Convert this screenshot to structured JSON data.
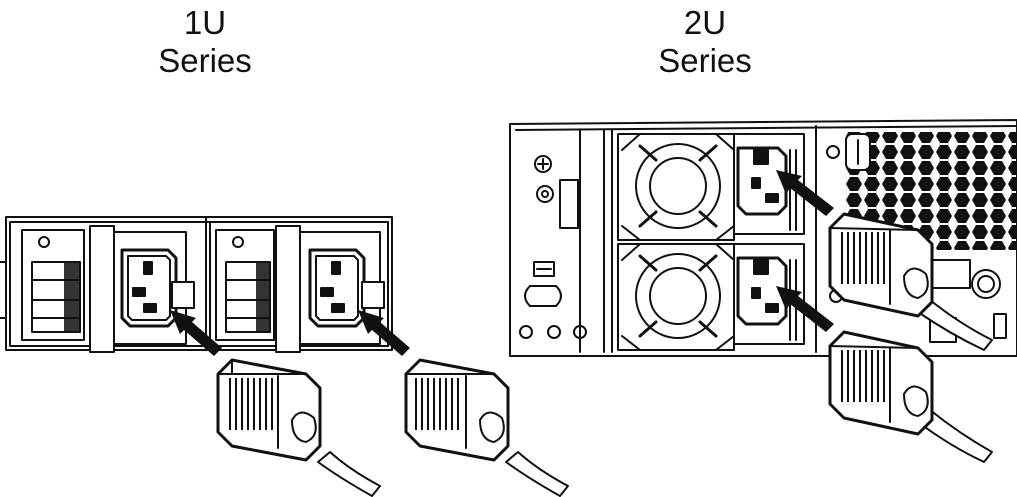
{
  "labels": {
    "left": {
      "line1": "1U",
      "line2": "Series"
    },
    "right": {
      "line1": "2U",
      "line2": "Series"
    }
  },
  "colors": {
    "line": "#111111",
    "fill": "#ffffff",
    "arrow": "#111111"
  }
}
